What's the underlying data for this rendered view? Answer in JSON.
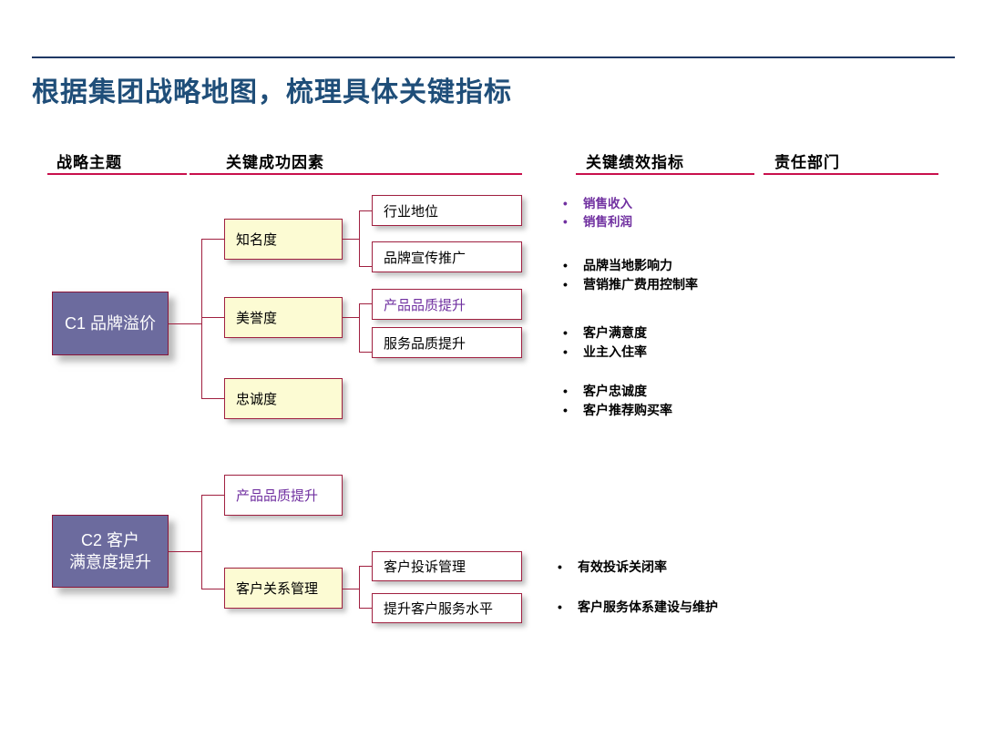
{
  "title": "根据集团战略地图，梳理具体关键指标",
  "colors": {
    "title": "#1f4e79",
    "rule": "#1f3864",
    "header_underline": "#c8104c",
    "box_border": "#a02040",
    "box_yellow": "#fcfbd3",
    "theme_box": "#6c6b9e",
    "accent_purple": "#7030a0"
  },
  "columns": [
    {
      "label": "战略主题"
    },
    {
      "label": "关键成功因素"
    },
    {
      "label": "关键绩效指标"
    },
    {
      "label": "责任部门"
    }
  ],
  "themes": [
    {
      "id": "C1",
      "label": "C1  品牌溢价"
    },
    {
      "id": "C2",
      "label": "C2  客户\n满意度提升"
    }
  ],
  "factors": [
    {
      "label": "知名度"
    },
    {
      "label": "美誉度"
    },
    {
      "label": "忠诚度"
    },
    {
      "label": "产品品质提升",
      "style": "purple"
    },
    {
      "label": "客户关系管理"
    }
  ],
  "measures": [
    {
      "label": "行业地位"
    },
    {
      "label": "品牌宣传推广"
    },
    {
      "label": "产品品质提升",
      "style": "purple"
    },
    {
      "label": "服务品质提升"
    },
    {
      "label": "客户投诉管理"
    },
    {
      "label": "提升客户服务水平"
    }
  ],
  "kpi_groups": [
    {
      "style": "purple",
      "items": [
        "销售收入",
        "销售利润"
      ]
    },
    {
      "style": "black",
      "items": [
        "品牌当地影响力",
        "营销推广费用控制率"
      ]
    },
    {
      "style": "black",
      "items": [
        "客户满意度",
        "业主入住率"
      ]
    },
    {
      "style": "black",
      "items": [
        "客户忠诚度",
        "客户推荐购买率"
      ]
    },
    {
      "style": "black-loose",
      "items": [
        "有效投诉关闭率",
        "客户服务体系建设与维护"
      ]
    }
  ],
  "bullet_glyph": "•"
}
